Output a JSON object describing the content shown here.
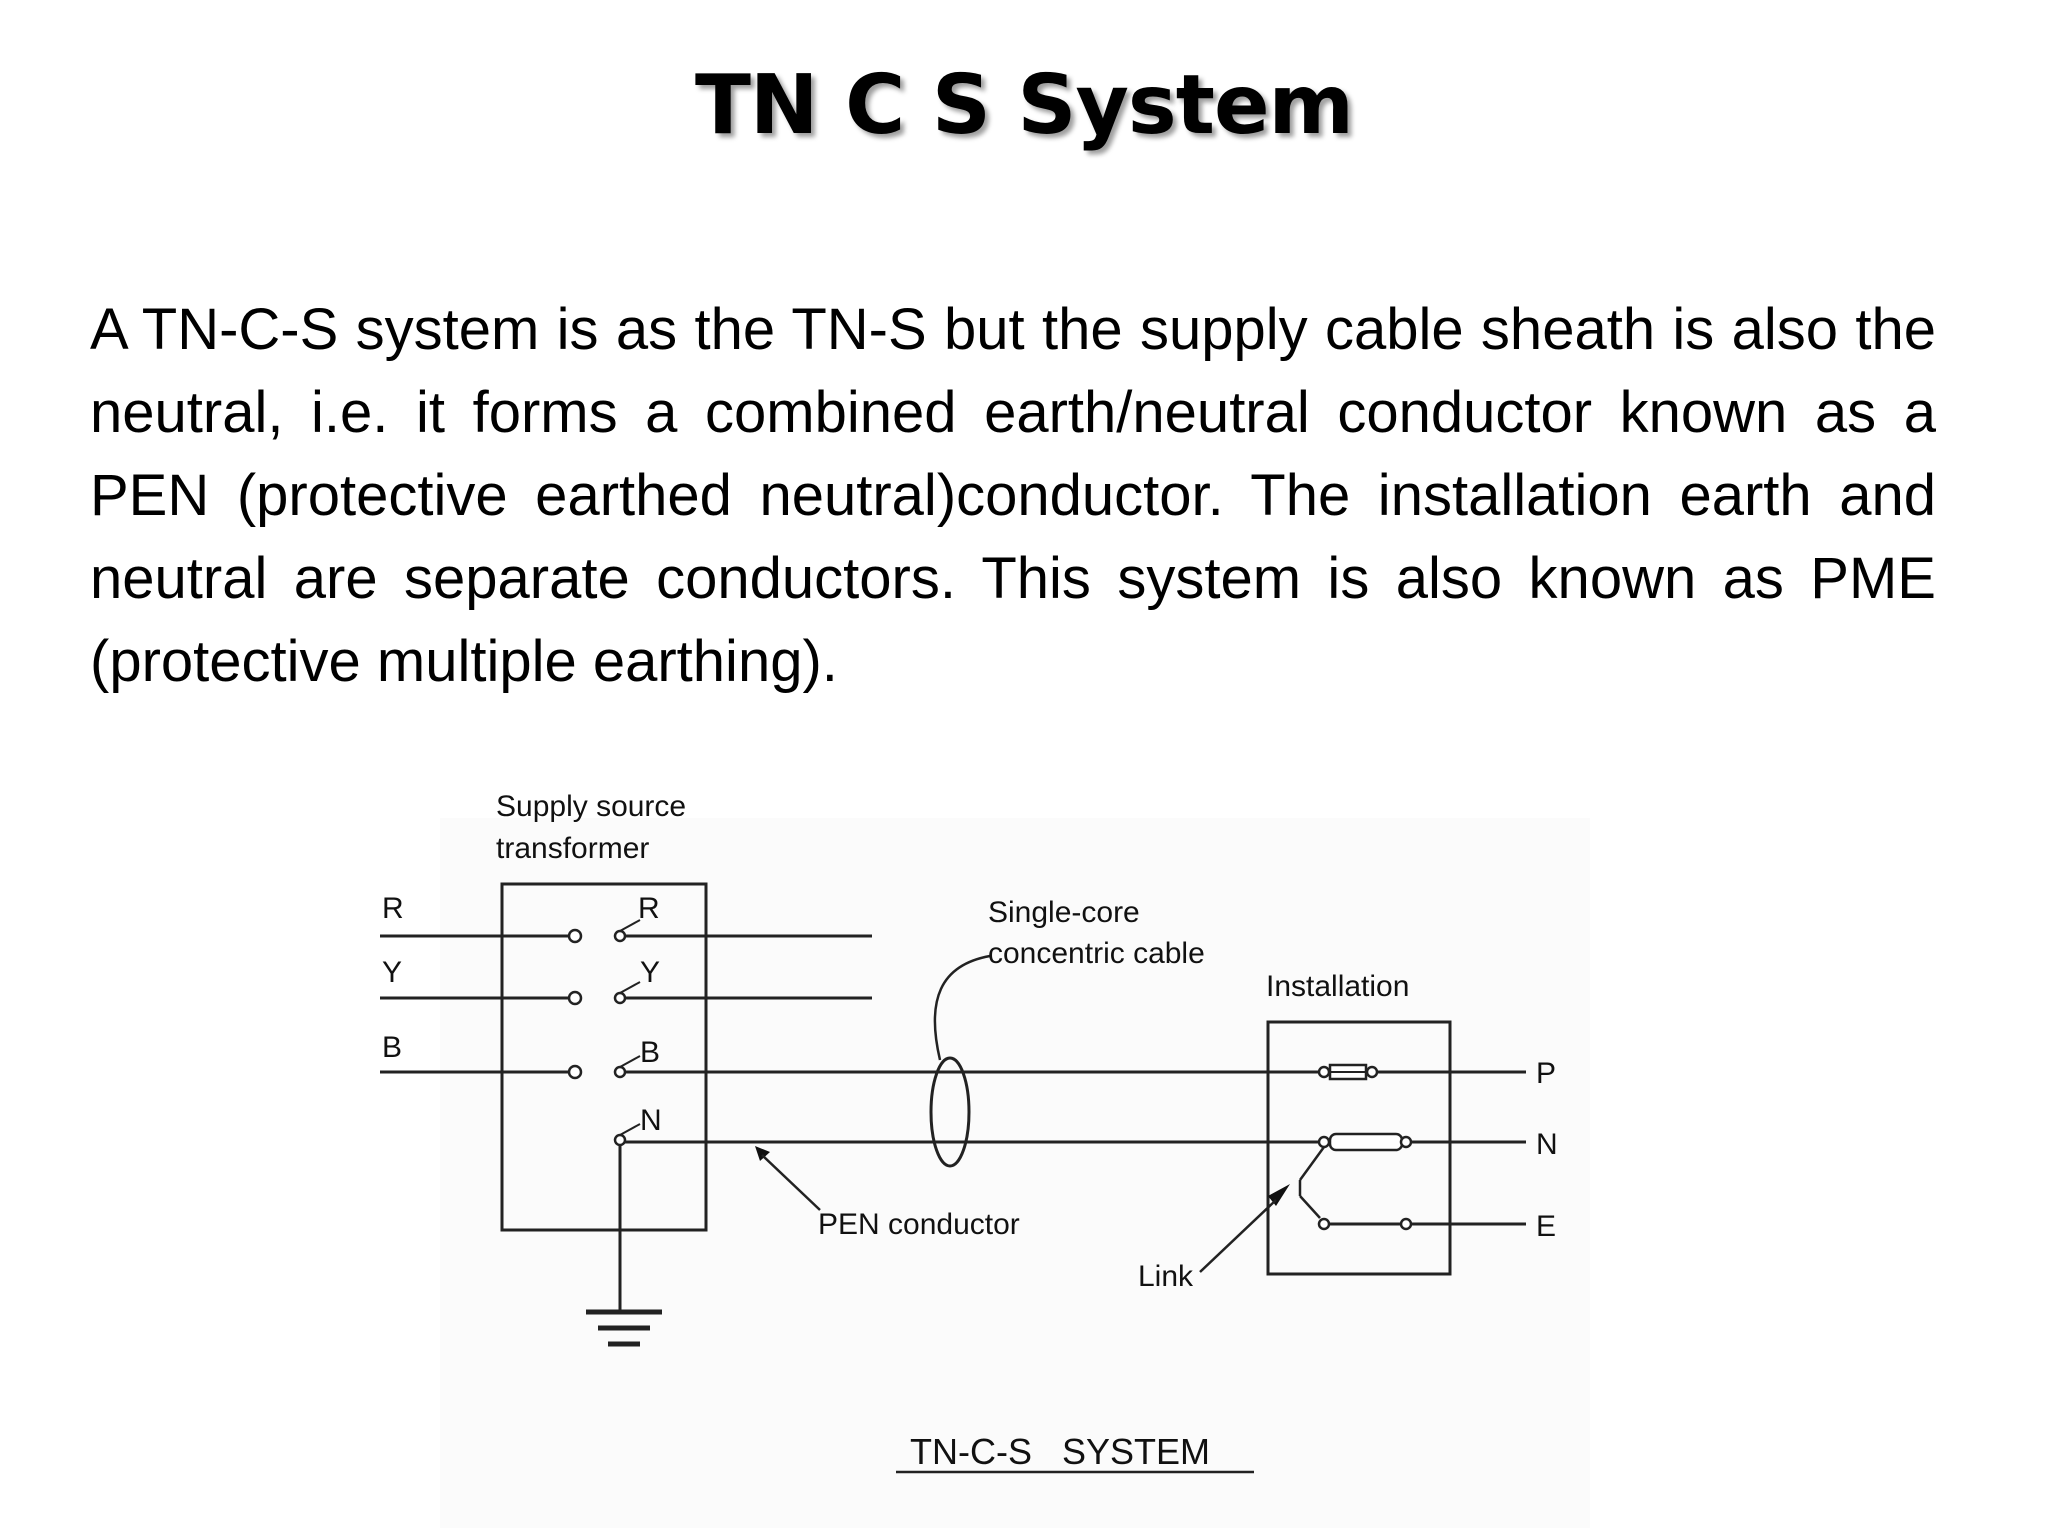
{
  "slide": {
    "title": "TN C S System",
    "paragraph": "A TN-C-S system is as the TN-S but the supply cable sheath is also the neutral, i.e. it forms a combined earth/neutral conductor known as a PEN (protective earthed neutral)conductor.  The installation earth and neutral are separate conductors. This system is also known as PME (protective multiple earthing)."
  },
  "diagram": {
    "labels": {
      "supply_source_line1": "Supply source",
      "supply_source_line2": "transformer",
      "left_r": "R",
      "left_y": "Y",
      "left_b": "B",
      "term_r": "R",
      "term_y": "Y",
      "term_b": "B",
      "term_n": "N",
      "cable_line1": "Single-core",
      "cable_line2": "concentric cable",
      "installation": "Installation",
      "out_p": "P",
      "out_n": "N",
      "out_e": "E",
      "pen_conductor": "PEN conductor",
      "link": "Link",
      "caption": "TN-C-S   SYSTEM"
    }
  }
}
